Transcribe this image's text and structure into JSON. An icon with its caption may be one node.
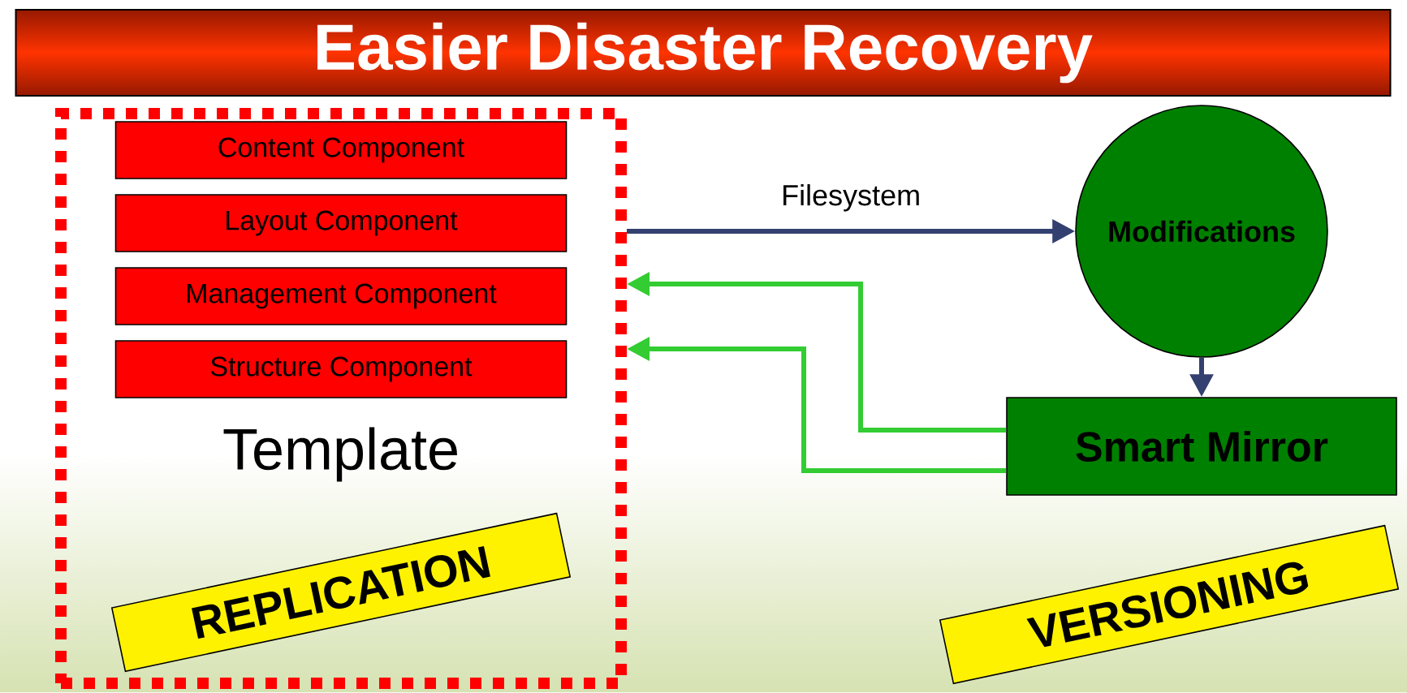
{
  "diagram": {
    "nodes": [
      {
        "text": [
          "Easier Disaster Recovery"
        ]
      },
      {
        "text": [
          "Template"
        ]
      },
      {
        "text": [
          "Content Component"
        ],
        "in": 1
      },
      {
        "text": [
          "Layout Component"
        ],
        "in": 1
      },
      {
        "text": [
          "Management Component"
        ],
        "in": 1
      },
      {
        "text": [
          "Structure Component"
        ],
        "in": 1
      },
      {
        "text": [
          "Modifications"
        ]
      },
      {
        "text": [
          "Smart Mirror"
        ]
      },
      {
        "text": [
          "REPLICATION"
        ],
        "in": 1
      },
      {
        "text": [
          "VERSIONING"
        ]
      }
    ],
    "edges": [
      {
        "from": 1,
        "to": 6,
        "arrow": "to",
        "label": "Filesystem",
        "color": "#334070"
      },
      {
        "from": 7,
        "to": 1,
        "arrow": "to",
        "color": "#33cc33"
      },
      {
        "from": 7,
        "to": 1,
        "arrow": "to",
        "color": "#33cc33"
      },
      {
        "from": 6,
        "to": 7,
        "arrow": "to",
        "color": "#334070"
      }
    ]
  }
}
